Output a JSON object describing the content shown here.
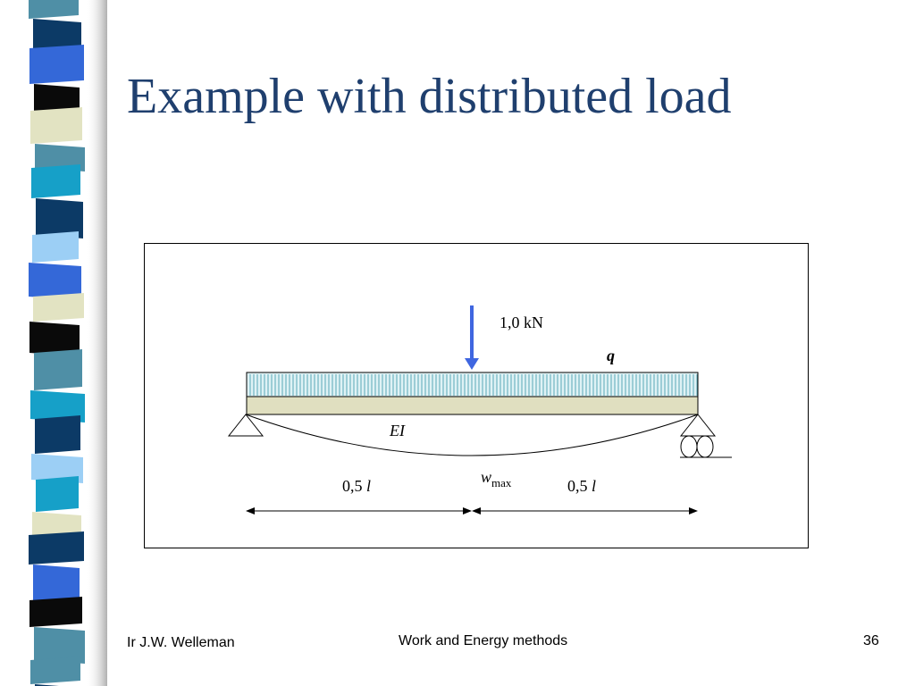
{
  "slide": {
    "title": "Example with distributed load"
  },
  "figure": {
    "load_label": "1,0 kN",
    "distributed_load_label": "q",
    "stiffness_label": "EI",
    "deflection_symbol": "w",
    "deflection_subscript": "max",
    "left_span_value": "0,5 ",
    "left_span_unit": "l",
    "right_span_value": "0,5 ",
    "right_span_unit": "l"
  },
  "footer": {
    "author": "Ir J.W. Welleman",
    "title": "Work and Energy methods",
    "page_number": "36"
  },
  "colors": {
    "title": "#1f3f6e",
    "load_arrow": "#3f66e0",
    "hatch_fill": "#dff2f5",
    "hatch_lines": "#5aa8b8",
    "beam_fill": "#e0dfc0"
  }
}
